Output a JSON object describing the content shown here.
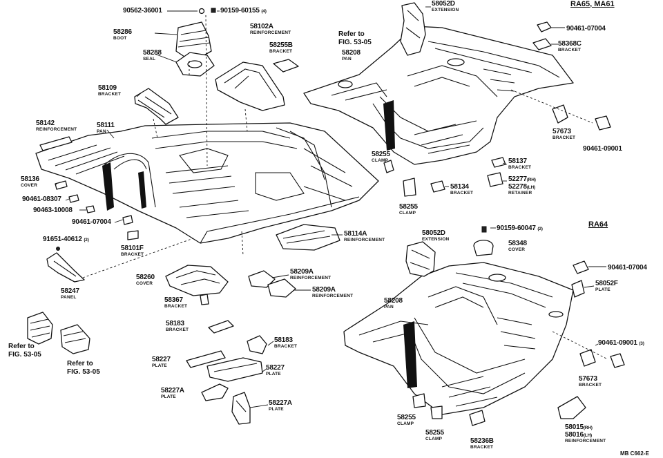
{
  "header_ra65": "RA65, MA61",
  "header_ra64": "RA64",
  "footer_code": "MB C662-E",
  "refs": {
    "top": "Refer to\nFIG. 53-05",
    "left1": "Refer to\nFIG. 53-05",
    "left2": "Refer to\nFIG. 53-05"
  },
  "labels": {
    "p90562_36001": {
      "part": "90562-36001"
    },
    "p90159_60155": {
      "part": "90159-60155",
      "note": "(4)"
    },
    "p58286": {
      "part": "58286",
      "desc": "BOOT"
    },
    "p58288": {
      "part": "58288",
      "desc": "SEAL"
    },
    "p58102A": {
      "part": "58102A",
      "desc": "REINFORCEMENT"
    },
    "p58255B": {
      "part": "58255B",
      "desc": "BRACKET"
    },
    "p58109": {
      "part": "58109",
      "desc": "BRACKET"
    },
    "p58142": {
      "part": "58142",
      "desc": "REINFORCEMENT"
    },
    "p58111": {
      "part": "58111",
      "desc": "PAN"
    },
    "p58136": {
      "part": "58136",
      "desc": "COVER"
    },
    "p90461_08307": {
      "part": "90461-08307"
    },
    "p90463_10008": {
      "part": "90463-10008"
    },
    "p90461_07004_a": {
      "part": "90461-07004"
    },
    "p91651_40612": {
      "part": "91651-40612",
      "note": "(2)"
    },
    "p58101F": {
      "part": "58101F",
      "desc": "BRACKET"
    },
    "p58247": {
      "part": "58247",
      "desc": "PANEL"
    },
    "p58114A": {
      "part": "58114A",
      "desc": "REINFORCEMENT"
    },
    "p58260": {
      "part": "58260",
      "desc": "COVER"
    },
    "p58209A_1": {
      "part": "58209A",
      "desc": "REINFORCEMENT"
    },
    "p58209A_2": {
      "part": "58209A",
      "desc": "REINFORCEMENT"
    },
    "p58367": {
      "part": "58367",
      "desc": "BRACKET"
    },
    "p58183_1": {
      "part": "58183",
      "desc": "BRACKET"
    },
    "p58183_2": {
      "part": "58183",
      "desc": "BRACKET"
    },
    "p58227_1": {
      "part": "58227",
      "desc": "PLATE"
    },
    "p58227_2": {
      "part": "58227",
      "desc": "PLATE"
    },
    "p58227A_1": {
      "part": "58227A",
      "desc": "PLATE"
    },
    "p58227A_2": {
      "part": "58227A",
      "desc": "PLATE"
    },
    "p58052D_top": {
      "part": "58052D",
      "desc": "EXTENSION"
    },
    "p90461_07004_b": {
      "part": "90461-07004"
    },
    "p58368C": {
      "part": "58368C",
      "desc": "BRACKET"
    },
    "p58208_top": {
      "part": "58208",
      "desc": "PAN"
    },
    "p57673_top": {
      "part": "57673",
      "desc": "BRACKET"
    },
    "p90461_09001_top": {
      "part": "90461-09001"
    },
    "p58255_clamp_a": {
      "part": "58255",
      "desc": "CLAMP"
    },
    "p58137": {
      "part": "58137",
      "desc": "BRACKET"
    },
    "p58134": {
      "part": "58134",
      "desc": "BRACKET"
    },
    "p52277": {
      "part": "52277",
      "note": "(RH)"
    },
    "p52278": {
      "part": "52278",
      "note": "(LH)",
      "desc": "RETAINER"
    },
    "p58255_clamp_b": {
      "part": "58255",
      "desc": "CLAMP"
    },
    "p58052D_bot": {
      "part": "58052D",
      "desc": "EXTENSION"
    },
    "p90159_60047": {
      "part": "90159-60047",
      "note": "(2)"
    },
    "p58348": {
      "part": "58348",
      "desc": "COVER"
    },
    "p90461_07004_c": {
      "part": "90461-07004"
    },
    "p58052F": {
      "part": "58052F",
      "desc": "PLATE"
    },
    "p58208_bot": {
      "part": "58208",
      "desc": "PAN"
    },
    "p90461_09001_bot": {
      "part": "90461-09001",
      "note": "(3)"
    },
    "p57673_bot": {
      "part": "57673",
      "desc": "BRACKET"
    },
    "p58255_clamp_c": {
      "part": "58255",
      "desc": "CLAMP"
    },
    "p58255_clamp_d": {
      "part": "58255",
      "desc": "CLAMP"
    },
    "p58236B": {
      "part": "58236B",
      "desc": "BRACKET"
    },
    "p58015": {
      "part": "58015",
      "note": "(RH)"
    },
    "p58016": {
      "part": "58016",
      "note": "(LH)",
      "desc": "REINFORCEMENT"
    }
  }
}
